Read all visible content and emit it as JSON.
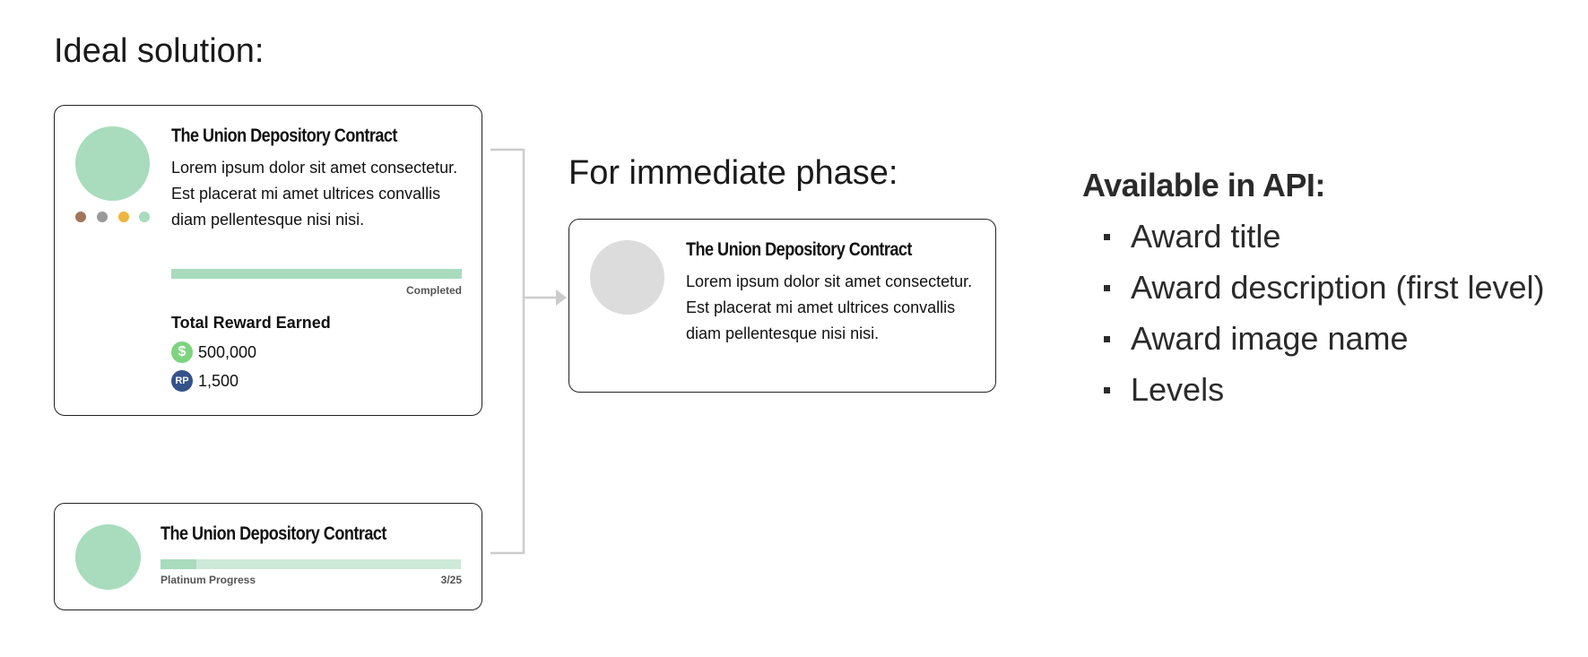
{
  "headings": {
    "ideal": "Ideal solution:",
    "immediate": "For immediate phase:"
  },
  "colors": {
    "avatar_green": "#a8dcbd",
    "avatar_grey": "#dcdcdc",
    "bar_fill": "#a8dcbd",
    "bar_track": "#cde9d8",
    "connector": "#cccccc",
    "coin_green": "#7dd47f",
    "rp_blue": "#34538a"
  },
  "ideal_card": {
    "title": "The Union Depository Contract",
    "description": "Lorem ipsum dolor sit amet consectetur. Est placerat mi amet ultrices convallis diam pellentesque nisi nisi.",
    "level_dots": [
      "#a3765a",
      "#9a9a9a",
      "#f0b43f",
      "#a8dcbd"
    ],
    "progress_fraction": 1.0,
    "progress_label": "Completed",
    "reward_heading": "Total Reward Earned",
    "rewards": [
      {
        "icon": "dollar-coin-icon",
        "glyph": "$",
        "value": "500,000"
      },
      {
        "icon": "rp-badge-icon",
        "glyph": "RP",
        "value": "1,500"
      }
    ]
  },
  "progress_card": {
    "title": "The Union Depository Contract",
    "progress_fraction": 0.12,
    "progress_label": "Platinum Progress",
    "progress_count": "3/25"
  },
  "immediate_card": {
    "title": "The Union Depository Contract",
    "description": "Lorem ipsum dolor sit amet consectetur. Est placerat mi amet ultrices convallis diam pellentesque nisi nisi."
  },
  "api": {
    "title": "Available in API:",
    "items": [
      "Award title",
      "Award description (first level)",
      "Award image name",
      "Levels"
    ]
  }
}
